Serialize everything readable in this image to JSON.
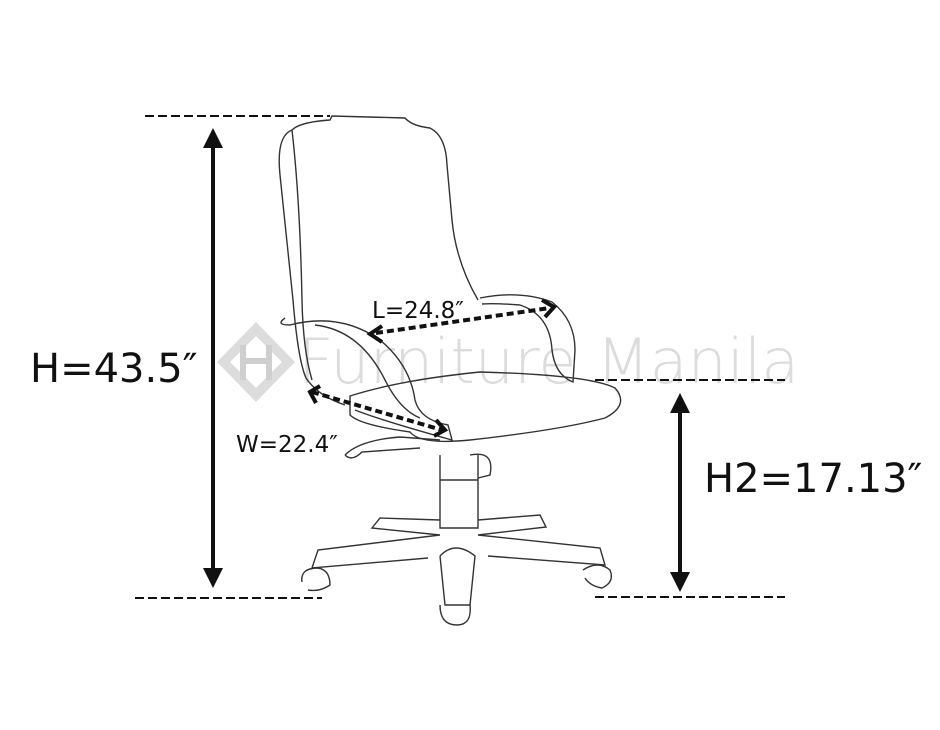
{
  "watermark": {
    "text": "Furniture Manila",
    "color": "#d9d9d9"
  },
  "dimensions": {
    "height": "H=43.5″",
    "seat_height": "H2=17.13″",
    "length": "L=24.8″",
    "width": "W=22.4″"
  },
  "colors": {
    "line": "#111111",
    "chair_outline": "#333333",
    "background": "#ffffff"
  }
}
